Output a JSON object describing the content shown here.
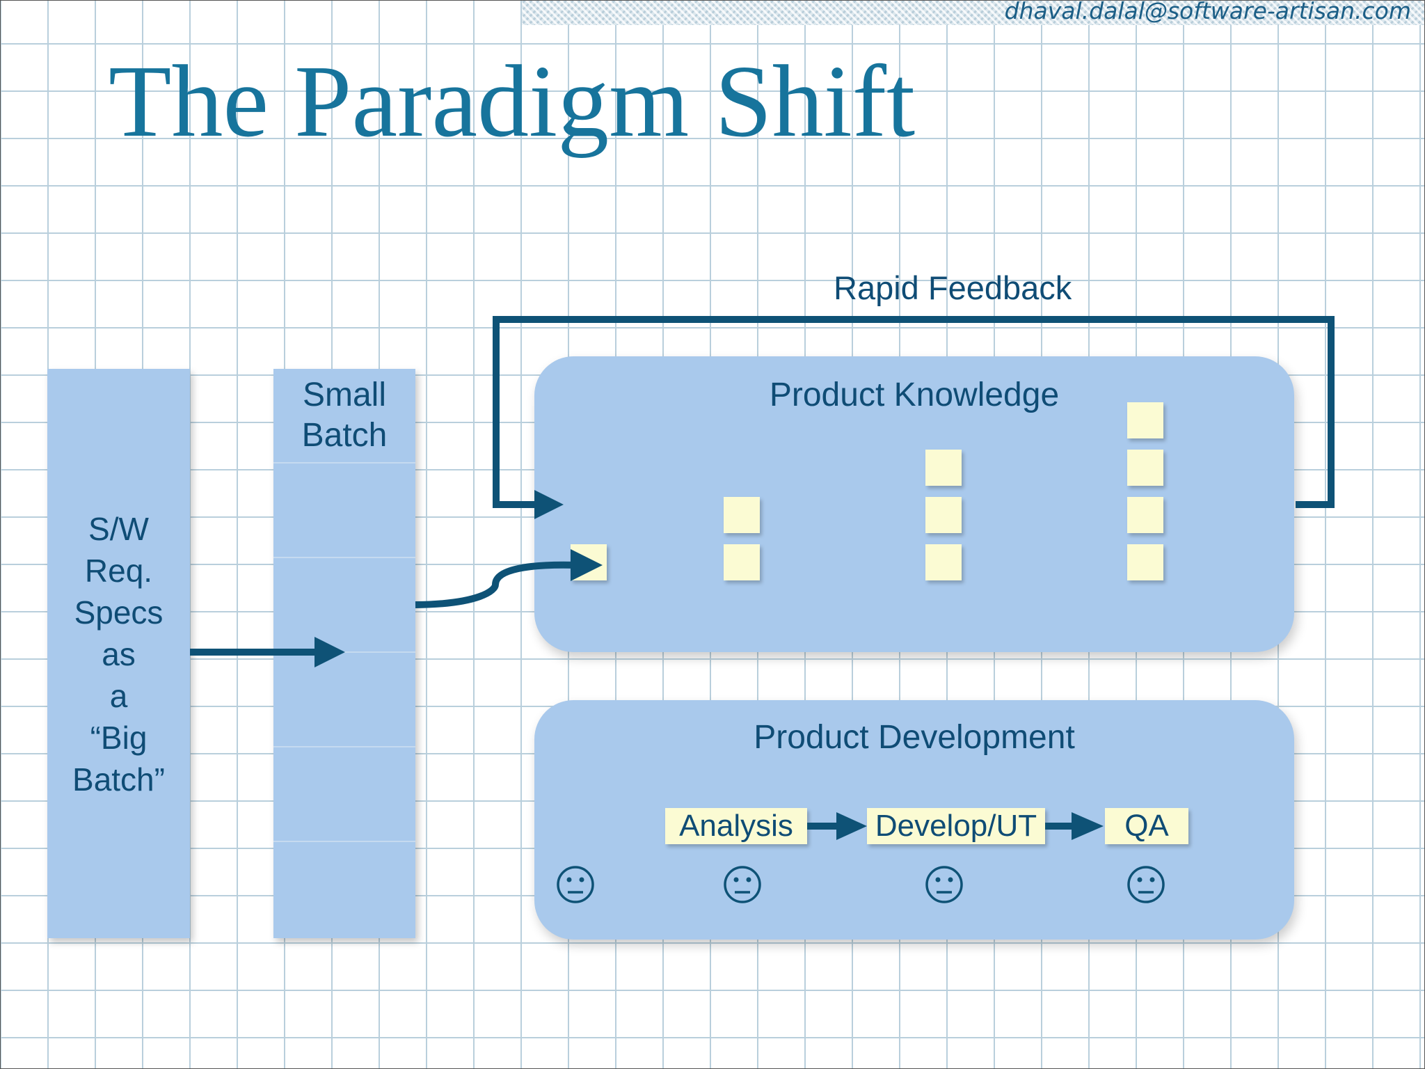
{
  "header": {
    "email": "dhaval.dalal@software-artisan.com"
  },
  "slide": {
    "title": "The Paradigm Shift"
  },
  "diagram": {
    "big_batch_label": "S/W\nReq.\nSpecs\nas\na\n“Big\nBatch”",
    "small_batch_label": "Small\nBatch",
    "feedback_label": "Rapid Feedback",
    "product_knowledge_title": "Product Knowledge",
    "product_development_title": "Product Development",
    "stages": [
      "Analysis",
      "Develop/UT",
      "QA"
    ],
    "knowledge_columns": [
      1,
      2,
      3,
      4
    ],
    "team_icon": "neutral-face-icon"
  },
  "colors": {
    "box_fill": "#a9c9ec",
    "sticky_fill": "#fbfbd3",
    "arrow": "#0e5276",
    "text": "#0f4c75",
    "title": "#17749c"
  }
}
